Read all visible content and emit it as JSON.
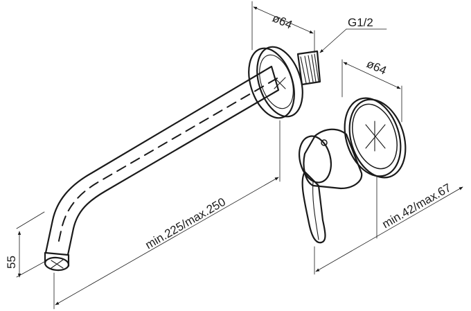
{
  "dimensions": {
    "flange_diameter": "ø64",
    "thread_size": "G1/2",
    "mixer_rosette_diameter": "ø64",
    "spout_length": "min.225/max.250",
    "mixer_projection": "min.42/max.67",
    "spout_height": "55"
  },
  "colors": {
    "line": "#1a1a1a",
    "background": "#ffffff"
  }
}
